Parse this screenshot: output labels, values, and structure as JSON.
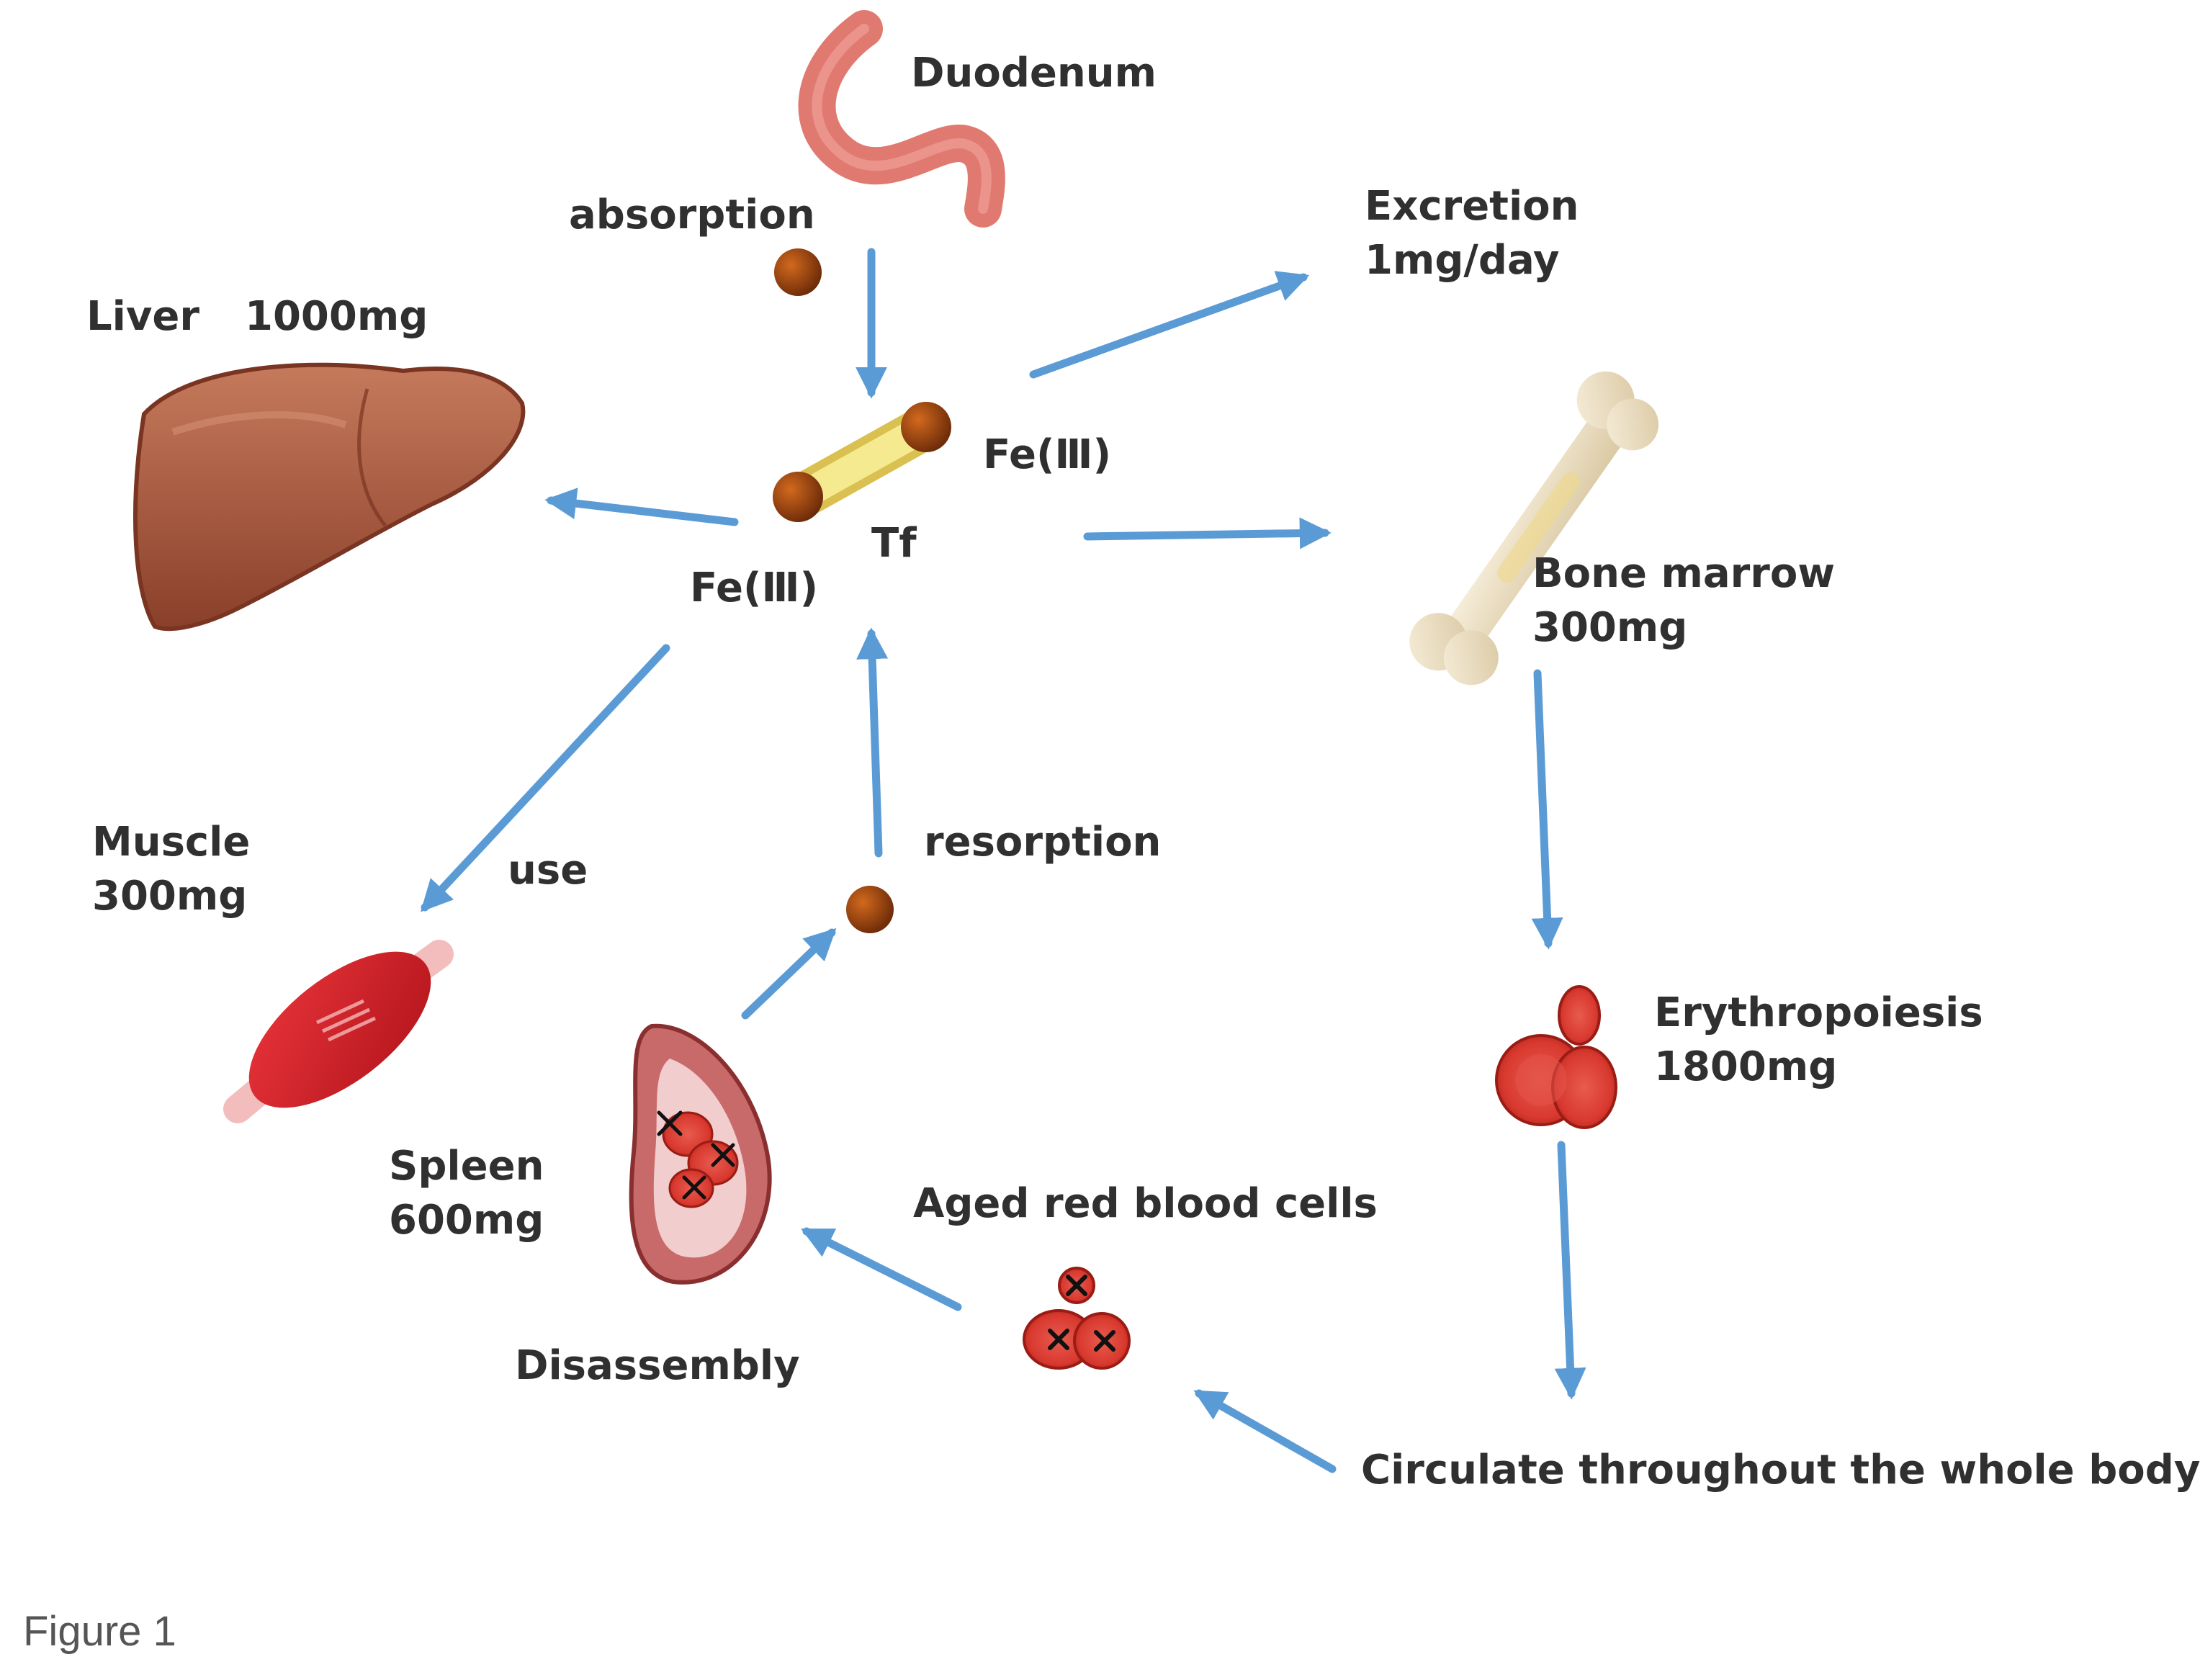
{
  "labels": {
    "duodenum": "Duodenum",
    "absorption": "absorption",
    "excretion": "Excretion",
    "excretion_amount": "1mg/day",
    "liver": "Liver",
    "liver_amount": "1000mg",
    "fe_top": "Fe(Ⅲ)",
    "fe_bottom": "Fe(Ⅲ)",
    "tf": "Tf",
    "bone_marrow": "Bone marrow",
    "bone_marrow_amount": "300mg",
    "muscle": "Muscle",
    "muscle_amount": "300mg",
    "use": "use",
    "resorption": "resorption",
    "erythropoiesis": "Erythropoiesis",
    "erythropoiesis_amount": "1800mg",
    "spleen": "Spleen",
    "spleen_amount": "600mg",
    "aged_rbc": "Aged red blood cells",
    "disassembly": "Disassembly",
    "circulate": "Circulate throughout the whole body"
  },
  "caption": "Figure 1",
  "colors": {
    "arrow": "#5b9bd5",
    "iron": "#8b3a10",
    "liver": "#a0553d",
    "rbc": "#d9392f",
    "bone": "#efe3c8",
    "duodenum": "#e07a70",
    "transferrin": "#f3e27a",
    "text": "#303030"
  }
}
